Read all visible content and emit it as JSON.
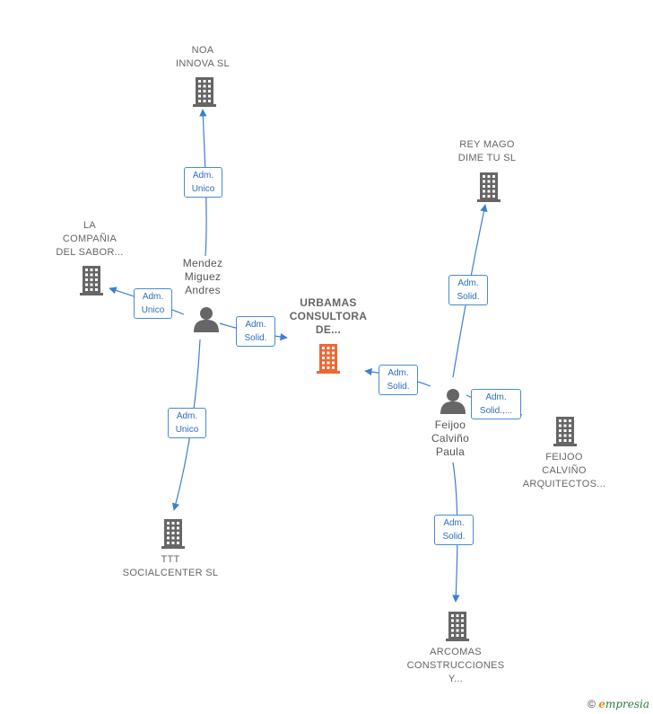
{
  "center": {
    "lines": [
      "URBAMAS",
      "CONSULTORA",
      "DE..."
    ]
  },
  "companies": {
    "noa": [
      "NOA",
      "INNOVA SL"
    ],
    "lacompania": [
      "LA",
      "COMPAÑIA",
      "DEL SABOR..."
    ],
    "ttt": [
      "TTT",
      "SOCIALCENTER SL"
    ],
    "reymago": [
      "REY MAGO",
      "DIME TU  SL"
    ],
    "feijooarq": [
      "FEIJOO",
      "CALVIÑO",
      "ARQUITECTOS..."
    ],
    "arcomas": [
      "ARCOMAS",
      "CONSTRUCCIONES",
      "Y..."
    ]
  },
  "persons": {
    "mendez": [
      "Mendez",
      "Miguez",
      "Andres"
    ],
    "feijoo": [
      "Feijoo",
      "Calviño",
      "Paula"
    ]
  },
  "relations": {
    "r1": [
      "Adm.",
      "Unico"
    ],
    "r2": [
      "Adm.",
      "Unico"
    ],
    "r3": [
      "Adm.",
      "Solid."
    ],
    "r4": [
      "Adm.",
      "Unico"
    ],
    "r5": [
      "Adm.",
      "Solid."
    ],
    "r6": [
      "Adm.",
      "Solid."
    ],
    "r7": [
      "Adm.",
      "Solid.,..."
    ],
    "r8": [
      "Adm.",
      "Solid."
    ]
  },
  "footer": {
    "copyright": "©",
    "brand_e": "e",
    "brand_rest": "mpresia"
  },
  "colors": {
    "center_building": "#ee6633",
    "building": "#666666",
    "edge": "#3d7fcf"
  }
}
